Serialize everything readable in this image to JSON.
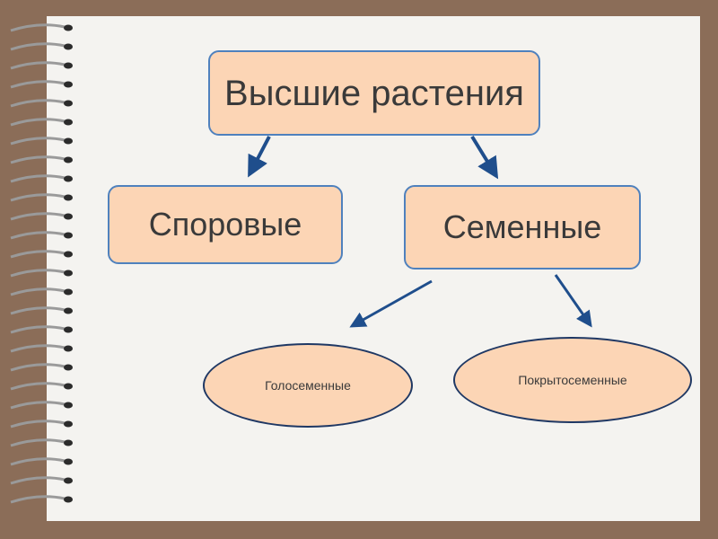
{
  "diagram": {
    "root": {
      "label": "Высшие растения"
    },
    "branches": [
      {
        "label": "Споровые"
      },
      {
        "label": "Семенные"
      }
    ],
    "seed_children": [
      {
        "label": "Голосеменные"
      },
      {
        "label": "Покрытосеменные"
      }
    ]
  },
  "colors": {
    "box_fill": "#fcd5b5",
    "box_border": "#4f81bd",
    "arrow": "#1f4e8c",
    "background": "#8b6d58",
    "paper": "#f4f3f0"
  }
}
